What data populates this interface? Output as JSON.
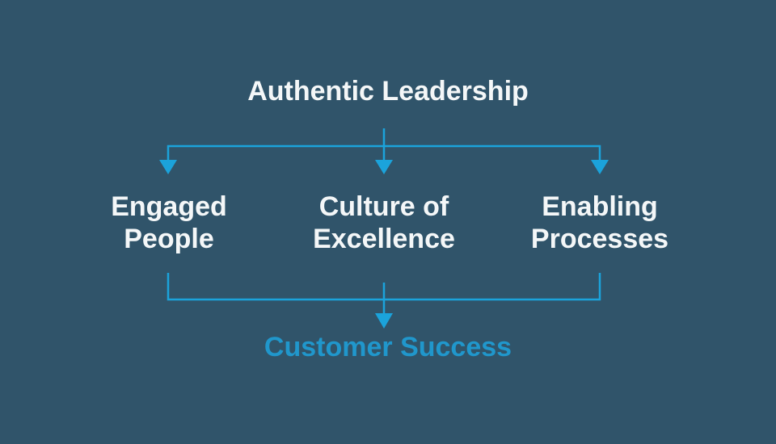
{
  "colors": {
    "background": "#30546A",
    "connector": "#1BA3DB",
    "text_primary": "#F4F7F8",
    "outcome_text": "#2097CC"
  },
  "diagram": {
    "title": "Authentic Leadership",
    "pillars": [
      {
        "line1": "Engaged",
        "line2": "People"
      },
      {
        "line1": "Culture of",
        "line2": "Excellence"
      },
      {
        "line1": "Enabling",
        "line2": "Processes"
      }
    ],
    "outcome": "Customer Success"
  }
}
